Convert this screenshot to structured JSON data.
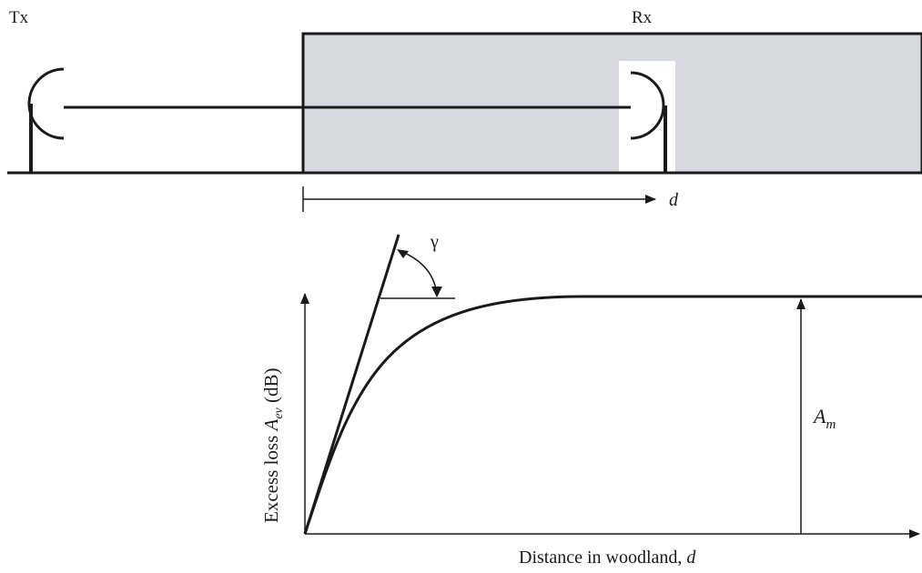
{
  "labels": {
    "tx": "Tx",
    "rx": "Rx",
    "distance_symbol": "d",
    "gamma": "γ",
    "ylabel_prefix": "Excess loss ",
    "ylabel_symbol": "A",
    "ylabel_subscript": "ev",
    "ylabel_unit": " (dB)",
    "am_symbol": "A",
    "am_subscript": "m",
    "xlabel": "Distance in woodland, ",
    "xlabel_symbol": "d"
  },
  "colors": {
    "woodland_fill": "#d6d9e0",
    "stroke": "#1a1a1a",
    "background": "#ffffff"
  },
  "icons": {
    "transmitter": "dish-antenna-icon",
    "receiver": "dish-antenna-icon"
  }
}
